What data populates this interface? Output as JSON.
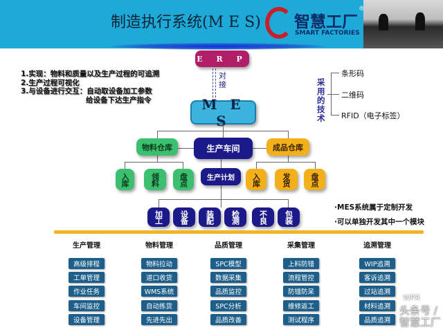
{
  "header": {
    "title": "制造执行系统(M E S)",
    "logo_cn": "智慧工厂",
    "logo_en": "SMART FACTORIES",
    "logo_reg": "®"
  },
  "erp": "E R P",
  "link": "对接",
  "mes": "M E S",
  "notes": [
    "1.实现：物料和质量以及生产过程的可追溯",
    "2.生产过程可视化",
    "3.与设备进行交互：自动取设备加工参数",
    "给设备下达生产指令"
  ],
  "tech": {
    "label": "采用的技术",
    "items": [
      "条形码",
      "二维码",
      "RFID（电子标签）"
    ]
  },
  "tree": {
    "material_wh": "物料仓库",
    "workshop": "生产车间",
    "product_wh": "成品仓库",
    "material_children": [
      "入库",
      "领料",
      "盘点"
    ],
    "plan": "生产计划",
    "product_children": [
      "入库",
      "发货",
      "盘点"
    ],
    "processes": [
      "加工",
      "设备",
      "装配",
      "检测",
      "不良",
      "包装"
    ]
  },
  "side_notes": [
    "·MES系统属于定制开发",
    "·可以单独开发其中一个模块"
  ],
  "modules": [
    {
      "title": "生产管理",
      "items": [
        "高级排程",
        "工单管理",
        "作业任务",
        "车间监控",
        "设备管理"
      ]
    },
    {
      "title": "物料管理",
      "items": [
        "物料拉动",
        "道口收货",
        "WMS系统",
        "自动拣货",
        "先进先出"
      ]
    },
    {
      "title": "品质管理",
      "items": [
        "SPC模型",
        "数据采集",
        "品质监控",
        "SPC分析",
        "品质改善"
      ]
    },
    {
      "title": "采集管理",
      "items": [
        "上料防错",
        "流程管控",
        "防错防呆",
        "维修返工",
        "测试程序"
      ]
    },
    {
      "title": "追溯管理",
      "items": [
        "WIP追溯",
        "客诉追溯",
        "过站追溯",
        "材料追溯",
        "品质追溯"
      ]
    }
  ],
  "watermark": "头条号 / 智慧工厂",
  "watermark2": "WPR"
}
